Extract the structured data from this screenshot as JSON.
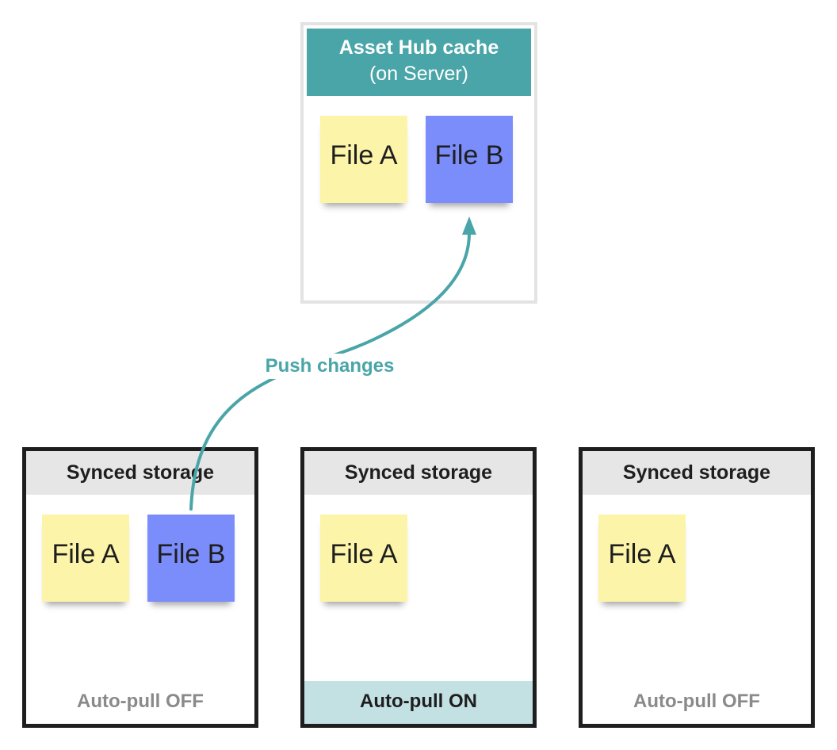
{
  "server": {
    "title": "Asset Hub cache",
    "subtitle": "(on Server)",
    "files": [
      {
        "label": "File A",
        "color": "yellow"
      },
      {
        "label": "File B",
        "color": "blue"
      }
    ]
  },
  "push": {
    "label": "Push changes"
  },
  "storages": [
    {
      "title": "Synced storage",
      "files": [
        {
          "label": "File A",
          "color": "yellow"
        },
        {
          "label": "File B",
          "color": "blue"
        }
      ],
      "autopull": "Auto-pull OFF"
    },
    {
      "title": "Synced storage",
      "files": [
        {
          "label": "File A",
          "color": "yellow"
        }
      ],
      "autopull": "Auto-pull ON"
    },
    {
      "title": "Synced storage",
      "files": [
        {
          "label": "File A",
          "color": "yellow"
        }
      ],
      "autopull": "Auto-pull OFF"
    }
  ],
  "colors": {
    "accent": "#4aa5a8",
    "note_yellow": "#fcf4a8",
    "note_blue": "#7b8cfb",
    "border_dark": "#1e1e1e",
    "autopull_on_bg": "#c3e0e3"
  }
}
